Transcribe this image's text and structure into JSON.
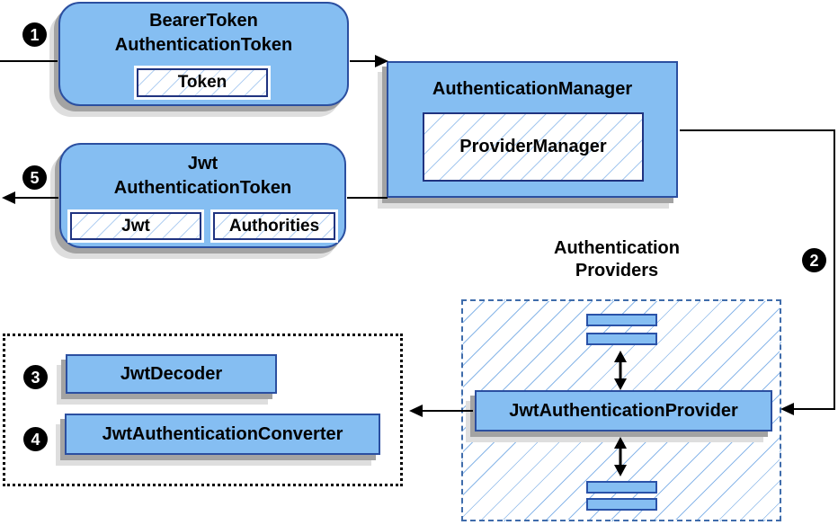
{
  "colors": {
    "node_fill": "#85bef2",
    "node_border": "#2b4fa0",
    "chip_border": "#203380",
    "hatch_light_blue": "#a5c8ef",
    "dashed_border_blue": "#3f6cab",
    "dotted_border_black": "#000000",
    "shadow_dark": "#a3a3a3",
    "shadow_light": "#dedede",
    "connector_black": "#000000"
  },
  "badges": [
    {
      "name": "step-1",
      "number": "1"
    },
    {
      "name": "step-2",
      "number": "2"
    },
    {
      "name": "step-3",
      "number": "3"
    },
    {
      "name": "step-4",
      "number": "4"
    },
    {
      "name": "step-5",
      "number": "5"
    }
  ],
  "nodes": {
    "bearer_token": {
      "title_line1": "BearerToken",
      "title_line2": "AuthenticationToken",
      "chip": "Token"
    },
    "authentication_manager": {
      "title": "AuthenticationManager",
      "chip": "ProviderManager"
    },
    "jwt_authentication_token": {
      "title_line1": "Jwt",
      "title_line2": "AuthenticationToken",
      "chip_jwt": "Jwt",
      "chip_authorities": "Authorities"
    },
    "authentication_providers": {
      "label_line1": "Authentication",
      "label_line2": "Providers"
    },
    "jwt_authentication_provider": {
      "title": "JwtAuthenticationProvider"
    },
    "jwt_decoder": {
      "title": "JwtDecoder"
    },
    "jwt_authentication_converter": {
      "title": "JwtAuthenticationConverter"
    }
  }
}
